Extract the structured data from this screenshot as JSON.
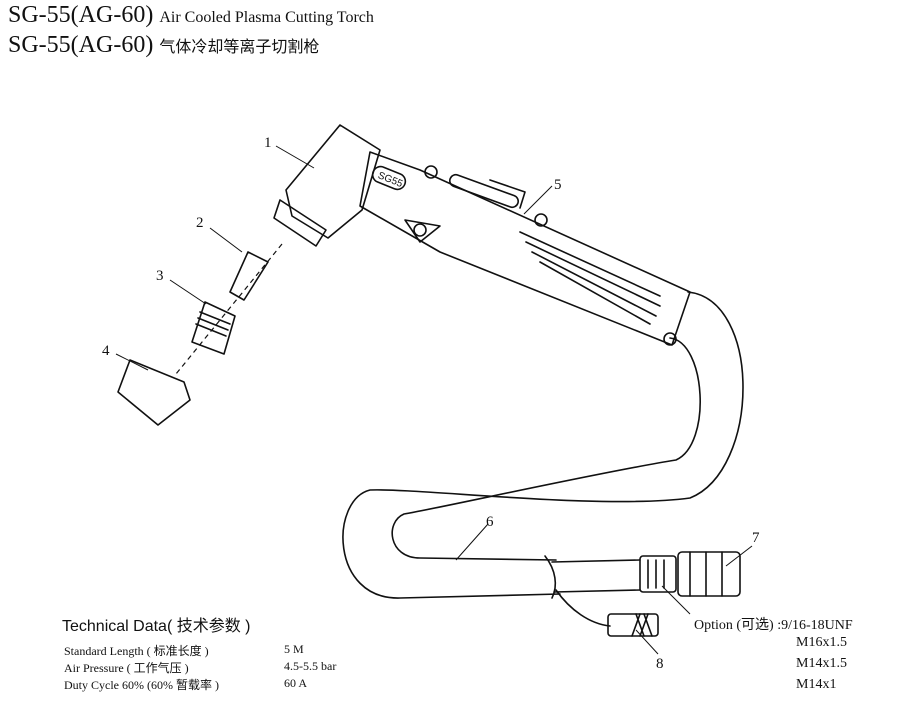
{
  "titles": [
    {
      "model": "SG-55(AG-60)",
      "desc": "Air Cooled Plasma Cutting Torch"
    },
    {
      "model": "SG-55(AG-60)",
      "desc": "气体冷却等离子切割枪"
    }
  ],
  "torch_label": "SG55",
  "callouts": [
    "1",
    "2",
    "3",
    "4",
    "5",
    "6",
    "7",
    "8"
  ],
  "technical_data": {
    "title": "Technical Data( 技术参数 )",
    "rows": [
      {
        "label": "Standard Length ( 标准长度 )",
        "value": "5 M"
      },
      {
        "label": "Air Pressure ( 工作气压 )",
        "value": "4.5-5.5 bar"
      },
      {
        "label": "Duty Cycle 60% (60% 暂载率 )",
        "value": "60 A"
      }
    ]
  },
  "option": {
    "label": "Option (可选) :9/16-18UNF",
    "values": [
      "M16x1.5",
      "M14x1.5",
      "M14x1"
    ]
  }
}
